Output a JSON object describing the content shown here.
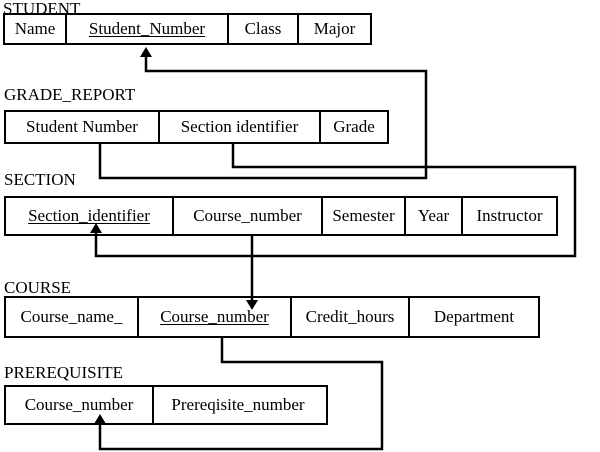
{
  "relations": {
    "student": {
      "name": "STUDENT",
      "attributes": [
        "Name",
        "Student_Number",
        "Class",
        "Major"
      ],
      "primary_key": "Student_Number"
    },
    "grade_report": {
      "name": "GRADE_REPORT",
      "attributes": [
        "Student_Number",
        "Section_identifier",
        "Grade"
      ],
      "attribute_labels": [
        "Student Number",
        "Section identifier",
        "Grade"
      ]
    },
    "section": {
      "name": "SECTION",
      "attributes": [
        "Section_identifier",
        "Course_number",
        "Semester",
        "Year",
        "Instructor"
      ],
      "primary_key": "Section_identifier"
    },
    "course": {
      "name": "COURSE",
      "attributes": [
        "Course_name_",
        "Course_number",
        "Credit_hours",
        "Department"
      ],
      "primary_key": "Course_number"
    },
    "prerequisite": {
      "name": "PREREQUISITE",
      "attributes": [
        "Course_number",
        "Prereqisite_number"
      ]
    }
  },
  "references": [
    {
      "from": "GRADE_REPORT.Student_Number",
      "to": "STUDENT.Student_Number"
    },
    {
      "from": "GRADE_REPORT.Section_identifier",
      "to": "SECTION.Section_identifier"
    },
    {
      "from": "SECTION.Course_number",
      "to": "COURSE.Course_number"
    },
    {
      "from": "COURSE.Course_number",
      "to": "PREREQUISITE.Course_number"
    }
  ]
}
